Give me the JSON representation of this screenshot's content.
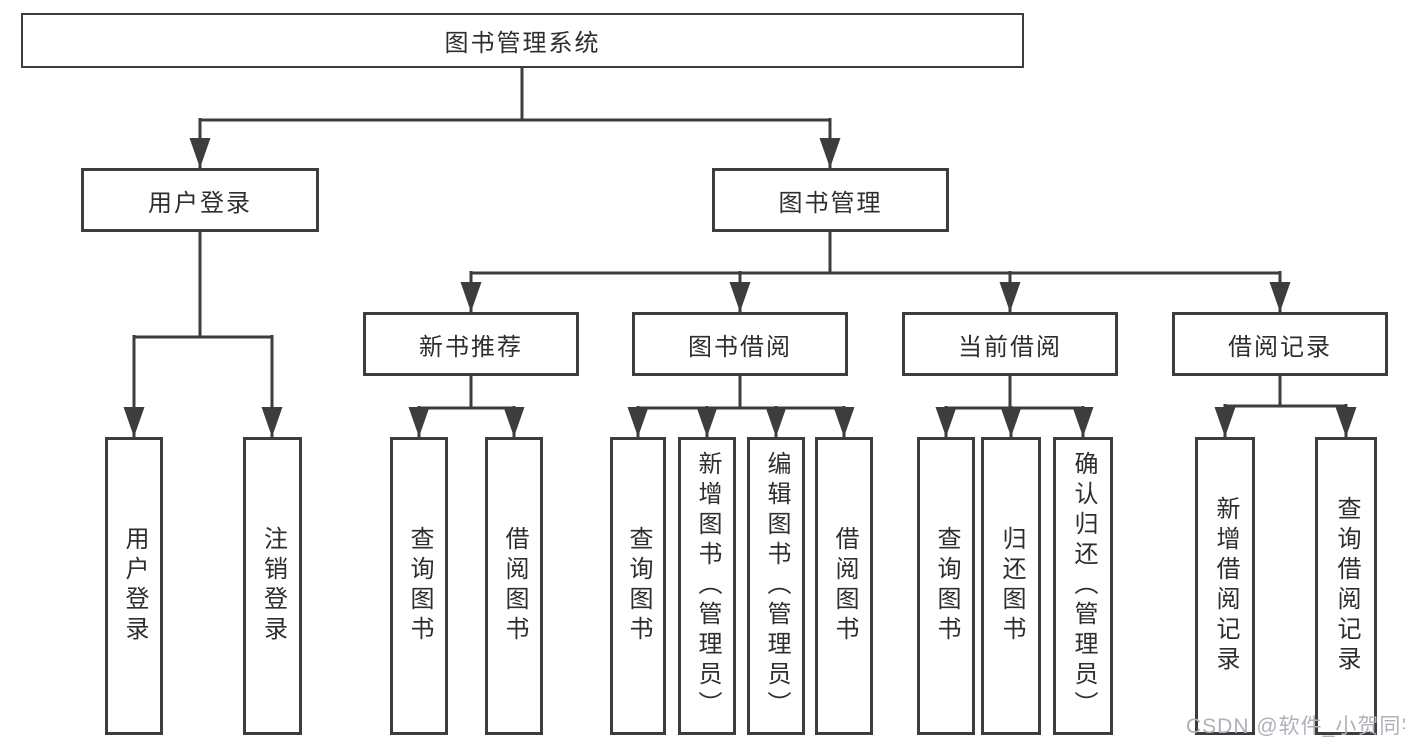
{
  "diagram": {
    "root": {
      "label": "图书管理系统"
    },
    "level2": [
      {
        "label": "用户登录"
      },
      {
        "label": "图书管理"
      }
    ],
    "level3": [
      {
        "label": "新书推荐"
      },
      {
        "label": "图书借阅"
      },
      {
        "label": "当前借阅"
      },
      {
        "label": "借阅记录"
      }
    ],
    "leaves": {
      "login": [
        {
          "label": "用户登录"
        },
        {
          "label": "注销登录"
        }
      ],
      "new_books": [
        {
          "label": "查询图书"
        },
        {
          "label": "借阅图书"
        }
      ],
      "borrowing": [
        {
          "label": "查询图书"
        },
        {
          "label": "新增图书（管理员）"
        },
        {
          "label": "编辑图书（管理员）"
        },
        {
          "label": "借阅图书"
        }
      ],
      "current": [
        {
          "label": "查询图书"
        },
        {
          "label": "归还图书"
        },
        {
          "label": "确认归还（管理员）"
        }
      ],
      "records": [
        {
          "label": "新增借阅记录"
        },
        {
          "label": "查询借阅记录"
        }
      ]
    },
    "watermark": "CSDN @软件_小贺同学",
    "colors": {
      "line": "#3d3d3d",
      "text": "#2e2e2e",
      "watermark": "#b1b0b8",
      "background": "#ffffff"
    }
  }
}
